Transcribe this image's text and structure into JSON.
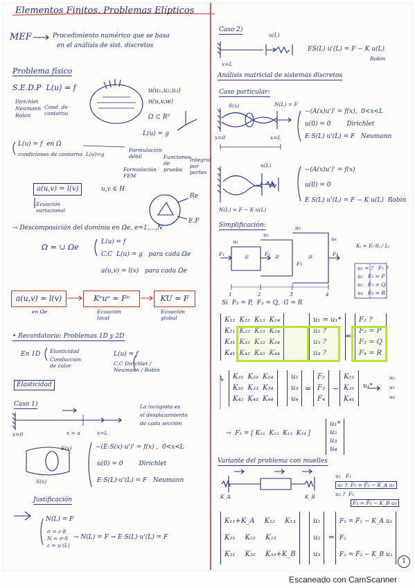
{
  "title": "Elementos Finitos. Problemas Elípticos",
  "left": {
    "mef_label": "MEF",
    "mef_text1": "Procedimiento numérico que se basa",
    "mef_text2": "en el análisis de sist. discretos",
    "problema_fisico": "Problema físico",
    "sedp": "S.E.D.P  L(u) = f",
    "bc_dirichlet": "Dirichlet",
    "bc_neumann": "Neumann",
    "bc_robin": "Robin",
    "bc_cond": "Cond. de contorno",
    "u_vars": "u(u₁,u₂,u₃)",
    "n_vars": "n(u,v,w)",
    "omega_r3": "Ω ⊂ R³",
    "lu_g": "L(u) = g",
    "sys1": "L(u) = f  en Ω",
    "sys2": "condiciones de contorno  L(u)=g",
    "form_label1": "Formulación débil",
    "form_label2": "Funciones de prueba",
    "form_label3": "Integral por partes",
    "form_label4": "Formulación FEM",
    "weak_eq": "a(u,v) = l(v)",
    "weak_note": "u,v ∈ H",
    "weak_caption": "Ecuación variacional",
    "re_label": "Re",
    "ef_label": "E.F",
    "descomp": "→ Descomposición del dominio en Ωe, e=1,...,N",
    "omega_union": "Ω = ∪ Ωe",
    "lu_f": "L(u) = f",
    "cc_lu_g": "C.C  L(u) = g   para cada Ωe",
    "para_cada": "para cada Ωe",
    "a_uv_local": "a(u,v) = l(v)   para cada Ωe",
    "box1": "a(u,v) = l(v)",
    "box2": "Kᵉuᵉ = Fᵉ",
    "box3": "KU = F",
    "box1_cap": "en Ωe",
    "box2_cap": "Ecuación local",
    "box3_cap": "Ecuación global",
    "recordatorio": "• Recordatorio: Problemas 1D y 2D",
    "en1d": "En 1D",
    "elasticidad_small": "Elasticidad",
    "conduccion": "Conducción de calor",
    "lu_f2": "L(u) = f",
    "cc_list": "C.C  Dirichlet / Neumann / Robin",
    "elasticidad": "Elasticidad",
    "caso1": "Caso 1)",
    "caso1_note1": "La incógnita es",
    "caso1_note2": "el desplazamiento",
    "caso1_note3": "de cada sección",
    "x0": "x=0",
    "x_eq": "x = a",
    "xl": "x=L",
    "eq_elast1": "−(E·S(x)·u')' = f(x) ,  0<x<L",
    "eq_elast2": "u(0) = 0        Dirichlet",
    "eq_elast3": "E·S(L)·u'(L) = F   Neumann",
    "ex_label": "E(x)",
    "sx_label": "S(x)",
    "justificacion": "Justificación",
    "nl_f": "N(L) = F",
    "sigma1": "σ = ε·E",
    "sigma2": "N = σ·S",
    "sigma3": "ε = u'(L)",
    "nl_result": "→ N(L) = F → E·S(L)·u'(L) = F"
  },
  "right": {
    "caso2": "Caso 2)",
    "caso2_eq": "ES(L) u'(L) = F − K u(L)",
    "caso2_robin": "Robin",
    "caso2_xl": "x=L",
    "caso2_ul": "u(L)",
    "analisis": "Análisis matricial de sistemas discretos",
    "caso_part": "Caso particular:",
    "cp_eq1": "−(A(x)u')' = f(x),  0<x<L",
    "cp_eq2": "u(0) = 0        Dirichlet",
    "cp_eq3": "E·S(L) u'(L) = F   Neumann",
    "cp_nlf": "N(L) = F",
    "cp_sx": "S(x)",
    "cp_x0": "x=0",
    "cp_xl": "x=L",
    "cp2_eq1": "−(A(x)u')' = f(x)",
    "cp2_eq2": "u(0) = 0",
    "cp2_eq3": "E S(L) u'(L) = F − K u(L)  Robin",
    "cp2_nl": "N(L) = F − K u(L)",
    "cp2_ul": "u(L)",
    "simplificacion": "Simplificación:",
    "ki_eq": "Kᵢ = Eᵢ·Sᵢ / Lᵢ",
    "elems": [
      "①",
      "②",
      "③"
    ],
    "nodes": [
      "1",
      "2",
      "3",
      "4"
    ],
    "forces": [
      "F₁",
      "F₂",
      "F₃",
      "F₄"
    ],
    "disp": [
      "u₁",
      "u₂",
      "u₃",
      "u₄"
    ],
    "legend_rows": [
      "u₁ = ?   F₁ ?",
      "u₂   F₂ = P",
      "u₃   F₃ = Q",
      "u₄   F₄ = R"
    ],
    "si_line": "Si  F₂ = P,  F₃ = Q,  G = R",
    "K4": [
      [
        "K₁₁",
        "K₁₂",
        "K₁₃",
        "K₁₄"
      ],
      [
        "K₂₁",
        "K₂₂",
        "K₂₃",
        "K₂₄"
      ],
      [
        "K₃₁",
        "K₃₂",
        "K₃₃",
        "K₃₄"
      ],
      [
        "K₄₁",
        "K₄₂",
        "K₄₃",
        "K₄₄"
      ]
    ],
    "u_vec": [
      "u₁ = u₁*",
      "u₂ ?",
      "u₃ ?",
      "u₄ ?"
    ],
    "f_vec": [
      "F₁ ?",
      "F₂ = P",
      "F₃ = Q",
      "F₄ = R"
    ],
    "K3": [
      [
        "K₂₂",
        "K₂₃",
        "K₂₄"
      ],
      [
        "K₃₂",
        "K₃₃",
        "K₃₄"
      ],
      [
        "K₄₂",
        "K₄₃",
        "K₄₄"
      ]
    ],
    "u3_vec": [
      "u₂",
      "u₃",
      "u₄"
    ],
    "f3_vec": [
      "F₂",
      "F₃",
      "F₄"
    ],
    "k_col": [
      "K₂₁",
      "K₃₁",
      "K₄₁"
    ],
    "u1_star": "u₁*",
    "arrow_res": [
      "u₂",
      "u₃",
      "u₄"
    ],
    "f1_eq": "→  F₁ = [ K₁₁  K₁₂  K₁₃  K₁₄ ]",
    "f1_vec": [
      "u₁*",
      "u₂",
      "u₃",
      "u₄"
    ],
    "variante": "Variante del problema con muelles",
    "var_legend": [
      "u₁   F₁",
      "u₂ ?  F₁ = F̂₁ − K_A u₁",
      "u₃ ?  F₂",
      "F₃ = F̂₃ − K_B u₃"
    ],
    "var_mat": [
      [
        "K₁₁+K_A",
        "K₁₂",
        "K₁₃"
      ],
      [
        "K₂₁",
        "K₂₂",
        "K₂₃"
      ],
      [
        "K₃₁",
        "K₃₂",
        "K₃₃+K_B"
      ]
    ],
    "var_u": [
      "u₁",
      "u₂",
      "u₃"
    ],
    "var_f": [
      "F₁ = F̂₁ − K_A u₁",
      "F₂",
      "F₃ = F̂₃ − K_B u₃"
    ],
    "ka": "K_A",
    "kb": "K_B"
  },
  "page_number": "1",
  "footer": "Escaneado con CamScanner",
  "colors": {
    "ink": "#1f2d80",
    "red_ink": "#c8302c",
    "margin": "#d55a5a",
    "highlight": "#b9e23a"
  }
}
